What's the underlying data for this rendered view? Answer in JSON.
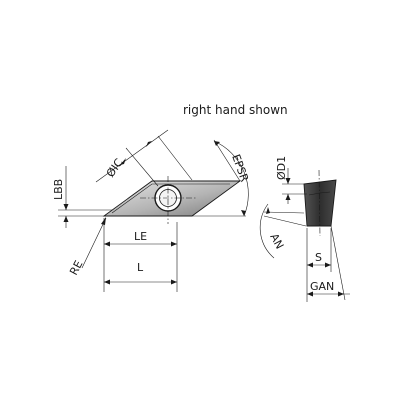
{
  "note": "right hand shown",
  "labels": {
    "ic": "ØIC",
    "epsr": "EPSR",
    "lbb": "LBB",
    "le": "LE",
    "l": "L",
    "re": "RE",
    "d1": "ØD1",
    "an": "AN",
    "s": "S",
    "gan": "GAN"
  },
  "colors": {
    "line": "#1a1a1a",
    "insert_light": "#d9d9d9",
    "insert_mid": "#a8a8a8",
    "insert_dark": "#6f6f6f",
    "side_face": "#3a3a3a",
    "background": "#ffffff"
  }
}
